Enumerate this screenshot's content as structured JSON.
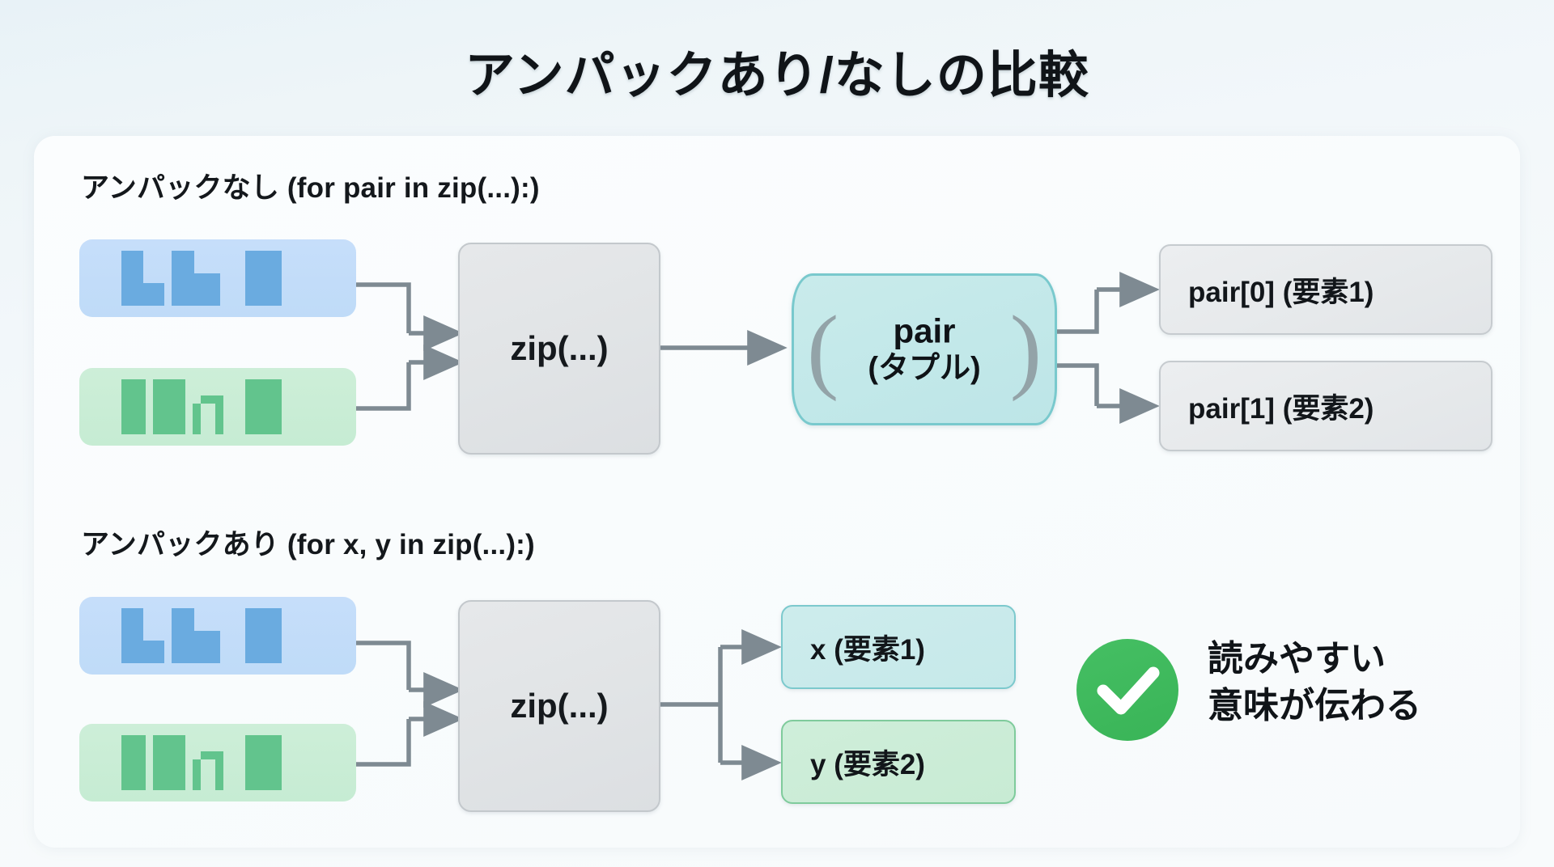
{
  "title": "アンパックあり/なしの比較",
  "sections": [
    {
      "id": "without-unpacking",
      "heading": "アンパックなし (for pair in zip(...):)",
      "zip_label": "zip(...)",
      "tuple": {
        "name": "pair",
        "kind": "(タプル)",
        "paren_left": "(",
        "paren_right": ")"
      },
      "outputs": [
        {
          "label": "pair[0] (要素1)",
          "style": "grey"
        },
        {
          "label": "pair[1] (要素2)",
          "style": "grey"
        }
      ]
    },
    {
      "id": "with-unpacking",
      "heading": "アンパックあり (for x, y in zip(...):)",
      "zip_label": "zip(...)",
      "outputs": [
        {
          "label": "x (要素1)",
          "style": "cyan"
        },
        {
          "label": "y (要素2)",
          "style": "grn"
        }
      ],
      "note": {
        "line1": "読みやすい",
        "line2": "意味が伝わる",
        "icon": "check-circle-icon"
      }
    }
  ],
  "colors": {
    "blue_pill_bg": "#c6defa",
    "blue_bar": "#6aabe0",
    "green_pill_bg": "#cdeed8",
    "green_bar": "#62c48d",
    "zip_box_bg": "#e3e6e9",
    "tuple_bg": "#c5e9ea",
    "tuple_border": "#79c9cd",
    "check_green": "#3cb557",
    "wire": "#7e8a92",
    "title_text": "#101418"
  }
}
